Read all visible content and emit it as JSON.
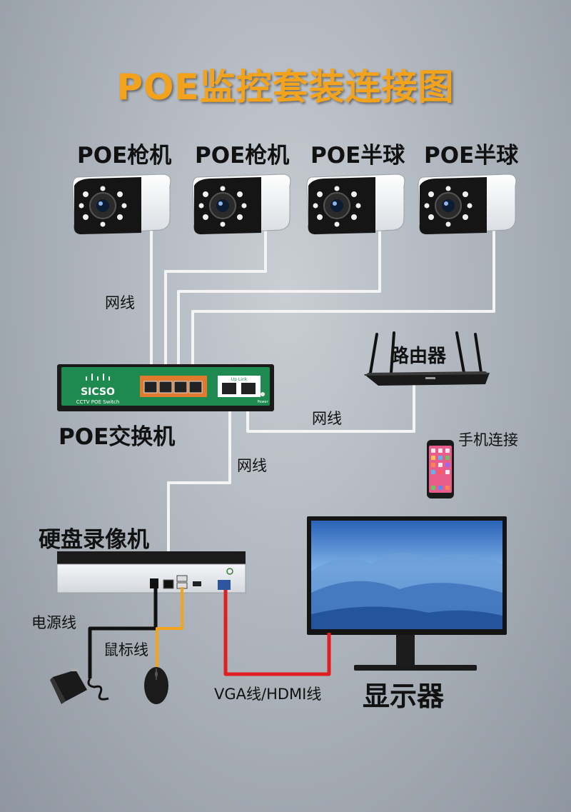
{
  "title": "POE监控套装连接图",
  "cameras": [
    {
      "label": "POE枪机"
    },
    {
      "label": "POE枪机"
    },
    {
      "label": "POE半球"
    },
    {
      "label": "POE半球"
    }
  ],
  "labels": {
    "cable_top": "网线",
    "router": "路由器",
    "cable_router": "网线",
    "phone": "手机连接",
    "switch": "POE交换机",
    "cable_nvr": "网线",
    "nvr": "硬盘录像机",
    "power_cable": "电源线",
    "mouse_cable": "鼠标线",
    "video_cable": "VGA线/HDMI线",
    "monitor": "显示器"
  },
  "switch_device": {
    "brand": "SICSO",
    "model": "CCTV POE Switch",
    "uplink": "Up Link",
    "power": "Power"
  },
  "colors": {
    "title": "#f2a31b",
    "switch_body": "#1f8a4f",
    "poe_ports": "#e07a2e",
    "network_cable": "#f4f4f4",
    "power_cable": "#111111",
    "mouse_cable": "#f2a51c",
    "video_cable": "#e02020"
  }
}
